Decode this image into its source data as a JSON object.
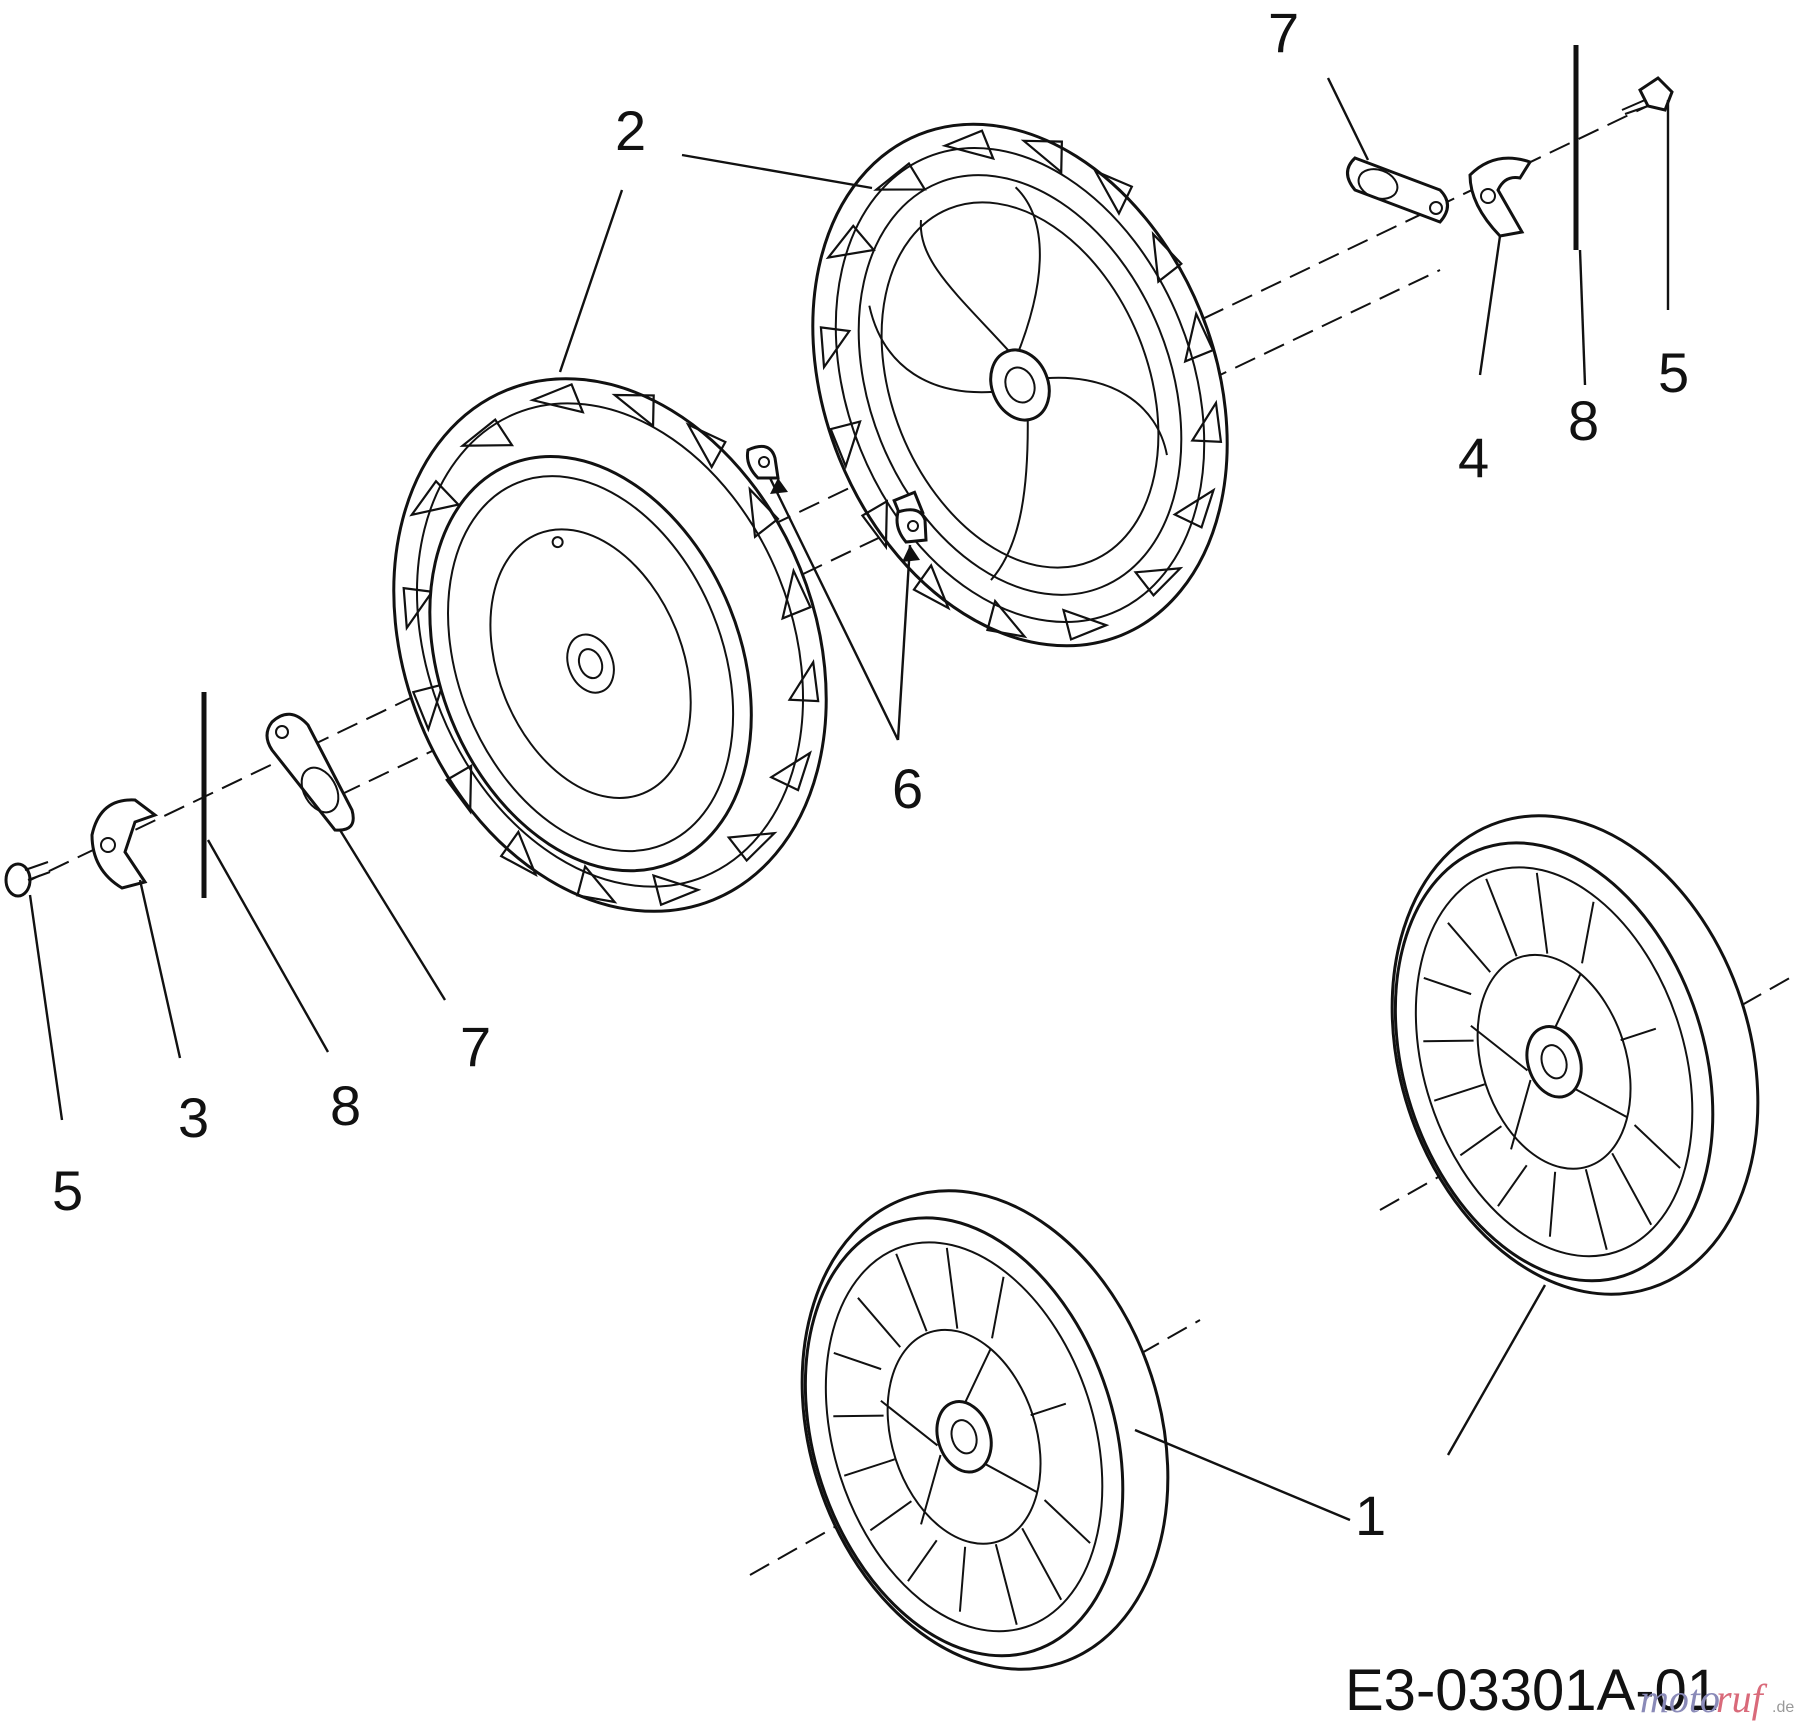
{
  "diagram": {
    "callouts": {
      "c7_top": "7",
      "c2_top": "2",
      "c2_left": "2",
      "c5_right": "5",
      "c8_right": "8",
      "c4": "4",
      "c6": "6",
      "c7_left": "7",
      "c8_left": "8",
      "c3": "3",
      "c5_left": "5",
      "c1": "1"
    },
    "drawing_code": "E3-03301A-01",
    "watermark": {
      "part1": "moto",
      "part2": "ruf",
      "part3": ".de"
    }
  }
}
